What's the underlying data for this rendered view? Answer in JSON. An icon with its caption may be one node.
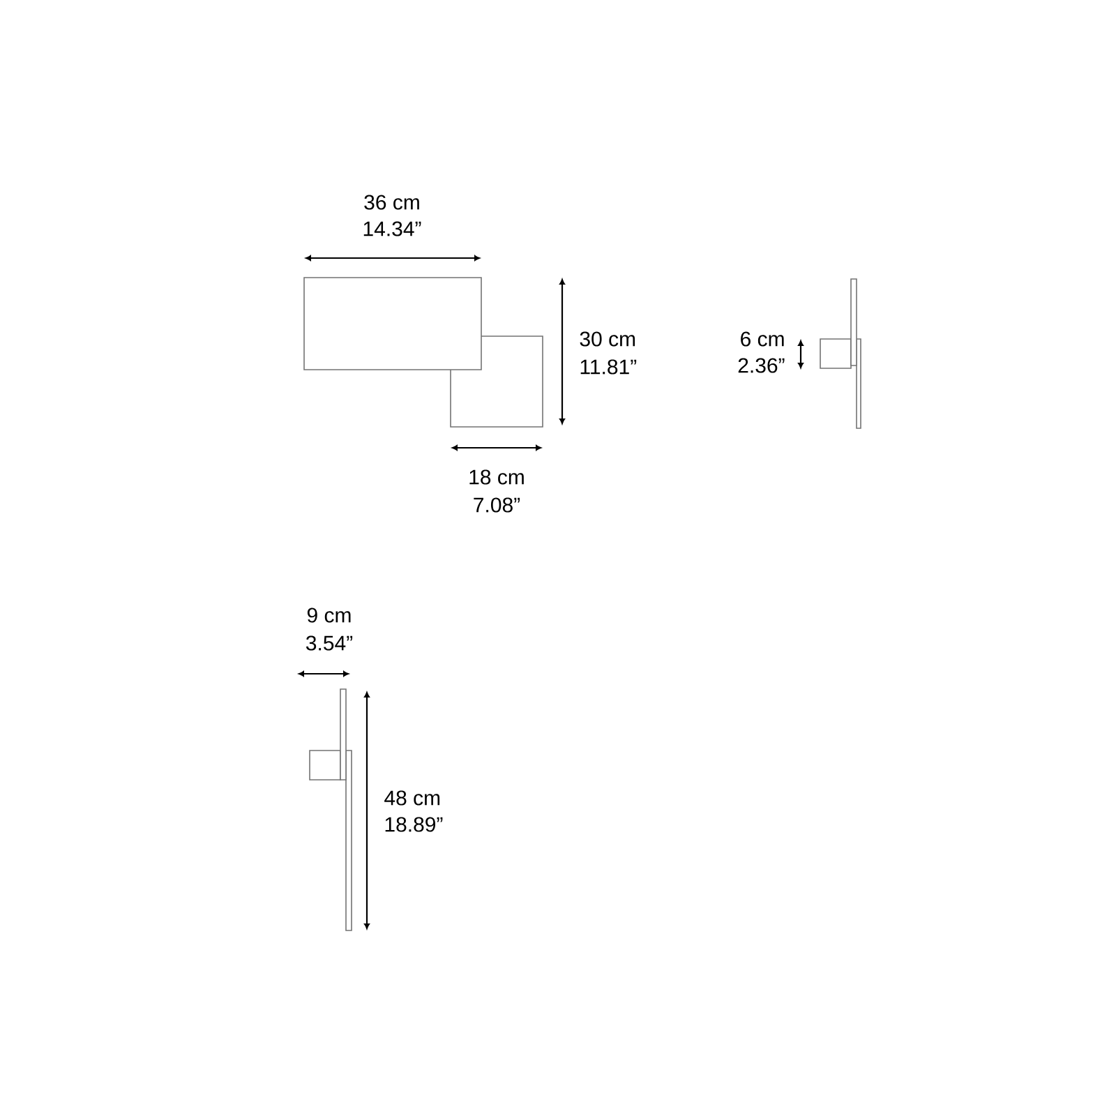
{
  "diagram": {
    "labels": [
      "36 cm",
      "14.34”",
      "30 cm",
      "11.81”",
      "18 cm",
      "7.08”",
      "6 cm",
      "2.36”",
      "9 cm",
      "3.54”",
      "48 cm",
      "18.89”"
    ]
  }
}
